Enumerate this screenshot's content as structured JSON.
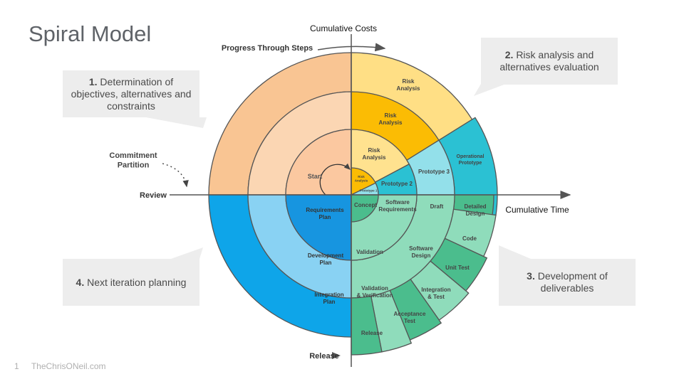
{
  "title": "Spiral Model",
  "axes": {
    "y_top": "Cumulative Costs",
    "x_right": "Cumulative Time",
    "left": "Review",
    "bottom": "Release",
    "progress": "Progress Through Steps",
    "commitment": [
      "Commitment",
      "Partition"
    ]
  },
  "callouts": [
    {
      "num": "1.",
      "lines": [
        "Determination of",
        "objectives, alternatives and",
        "constraints"
      ]
    },
    {
      "num": "2.",
      "lines": [
        "Risk analysis and",
        "alternatives evaluation"
      ]
    },
    {
      "num": "3.",
      "lines": [
        "Development of",
        "deliverables"
      ]
    },
    {
      "num": "4.",
      "lines": [
        "Next iteration planning"
      ]
    }
  ],
  "labels": {
    "start": "Start",
    "risk": [
      "Risk",
      "Analysis"
    ],
    "risk_tiny": [
      "Risk",
      "Analysis"
    ],
    "prototype1": "Prototype 1",
    "prototype2": "Prototype 2",
    "prototype3": "Prototype 3",
    "operational": [
      "Operational",
      "Prototype"
    ],
    "concept": "Concept",
    "software_requirements": [
      "Software",
      "Requirements"
    ],
    "draft": "Draft",
    "software_design": [
      "Software",
      "Design"
    ],
    "detailed_design": [
      "Detailed",
      "Design"
    ],
    "code": "Code",
    "unit_test": "Unit Test",
    "integration_test": [
      "Integration",
      "& Test"
    ],
    "acceptance_test": [
      "Acceptance",
      "Test"
    ],
    "release": "Release",
    "validation": "Validation",
    "validation_verification": [
      "Validation",
      "& Verification"
    ],
    "requirements_plan": [
      "Requirements",
      "Plan"
    ],
    "development_plan": [
      "Development",
      "Plan"
    ],
    "integration_plan": [
      "Integration",
      "Plan"
    ]
  },
  "colors": {
    "q1_outer": "#f9c593",
    "q1_mid": "#fbd6b3",
    "q1_inner": "#fbc8a0",
    "q2_outer": "#ffdf85",
    "q2_mid": "#fbbc04",
    "q2_inner": "#ffe28f",
    "q2_core": "#fbbc04",
    "proto_dark": "#2bc1d3",
    "proto_light": "#93e0ea",
    "green_dark": "#4bbd8d",
    "green_light": "#8fdcbb",
    "blue_dark": "#0ea5e9",
    "blue_mid": "#89d2f3",
    "blue_inner": "#1795e0",
    "stroke": "#555555"
  },
  "footer": {
    "page": "1",
    "site": "TheChrisONeil.com"
  }
}
